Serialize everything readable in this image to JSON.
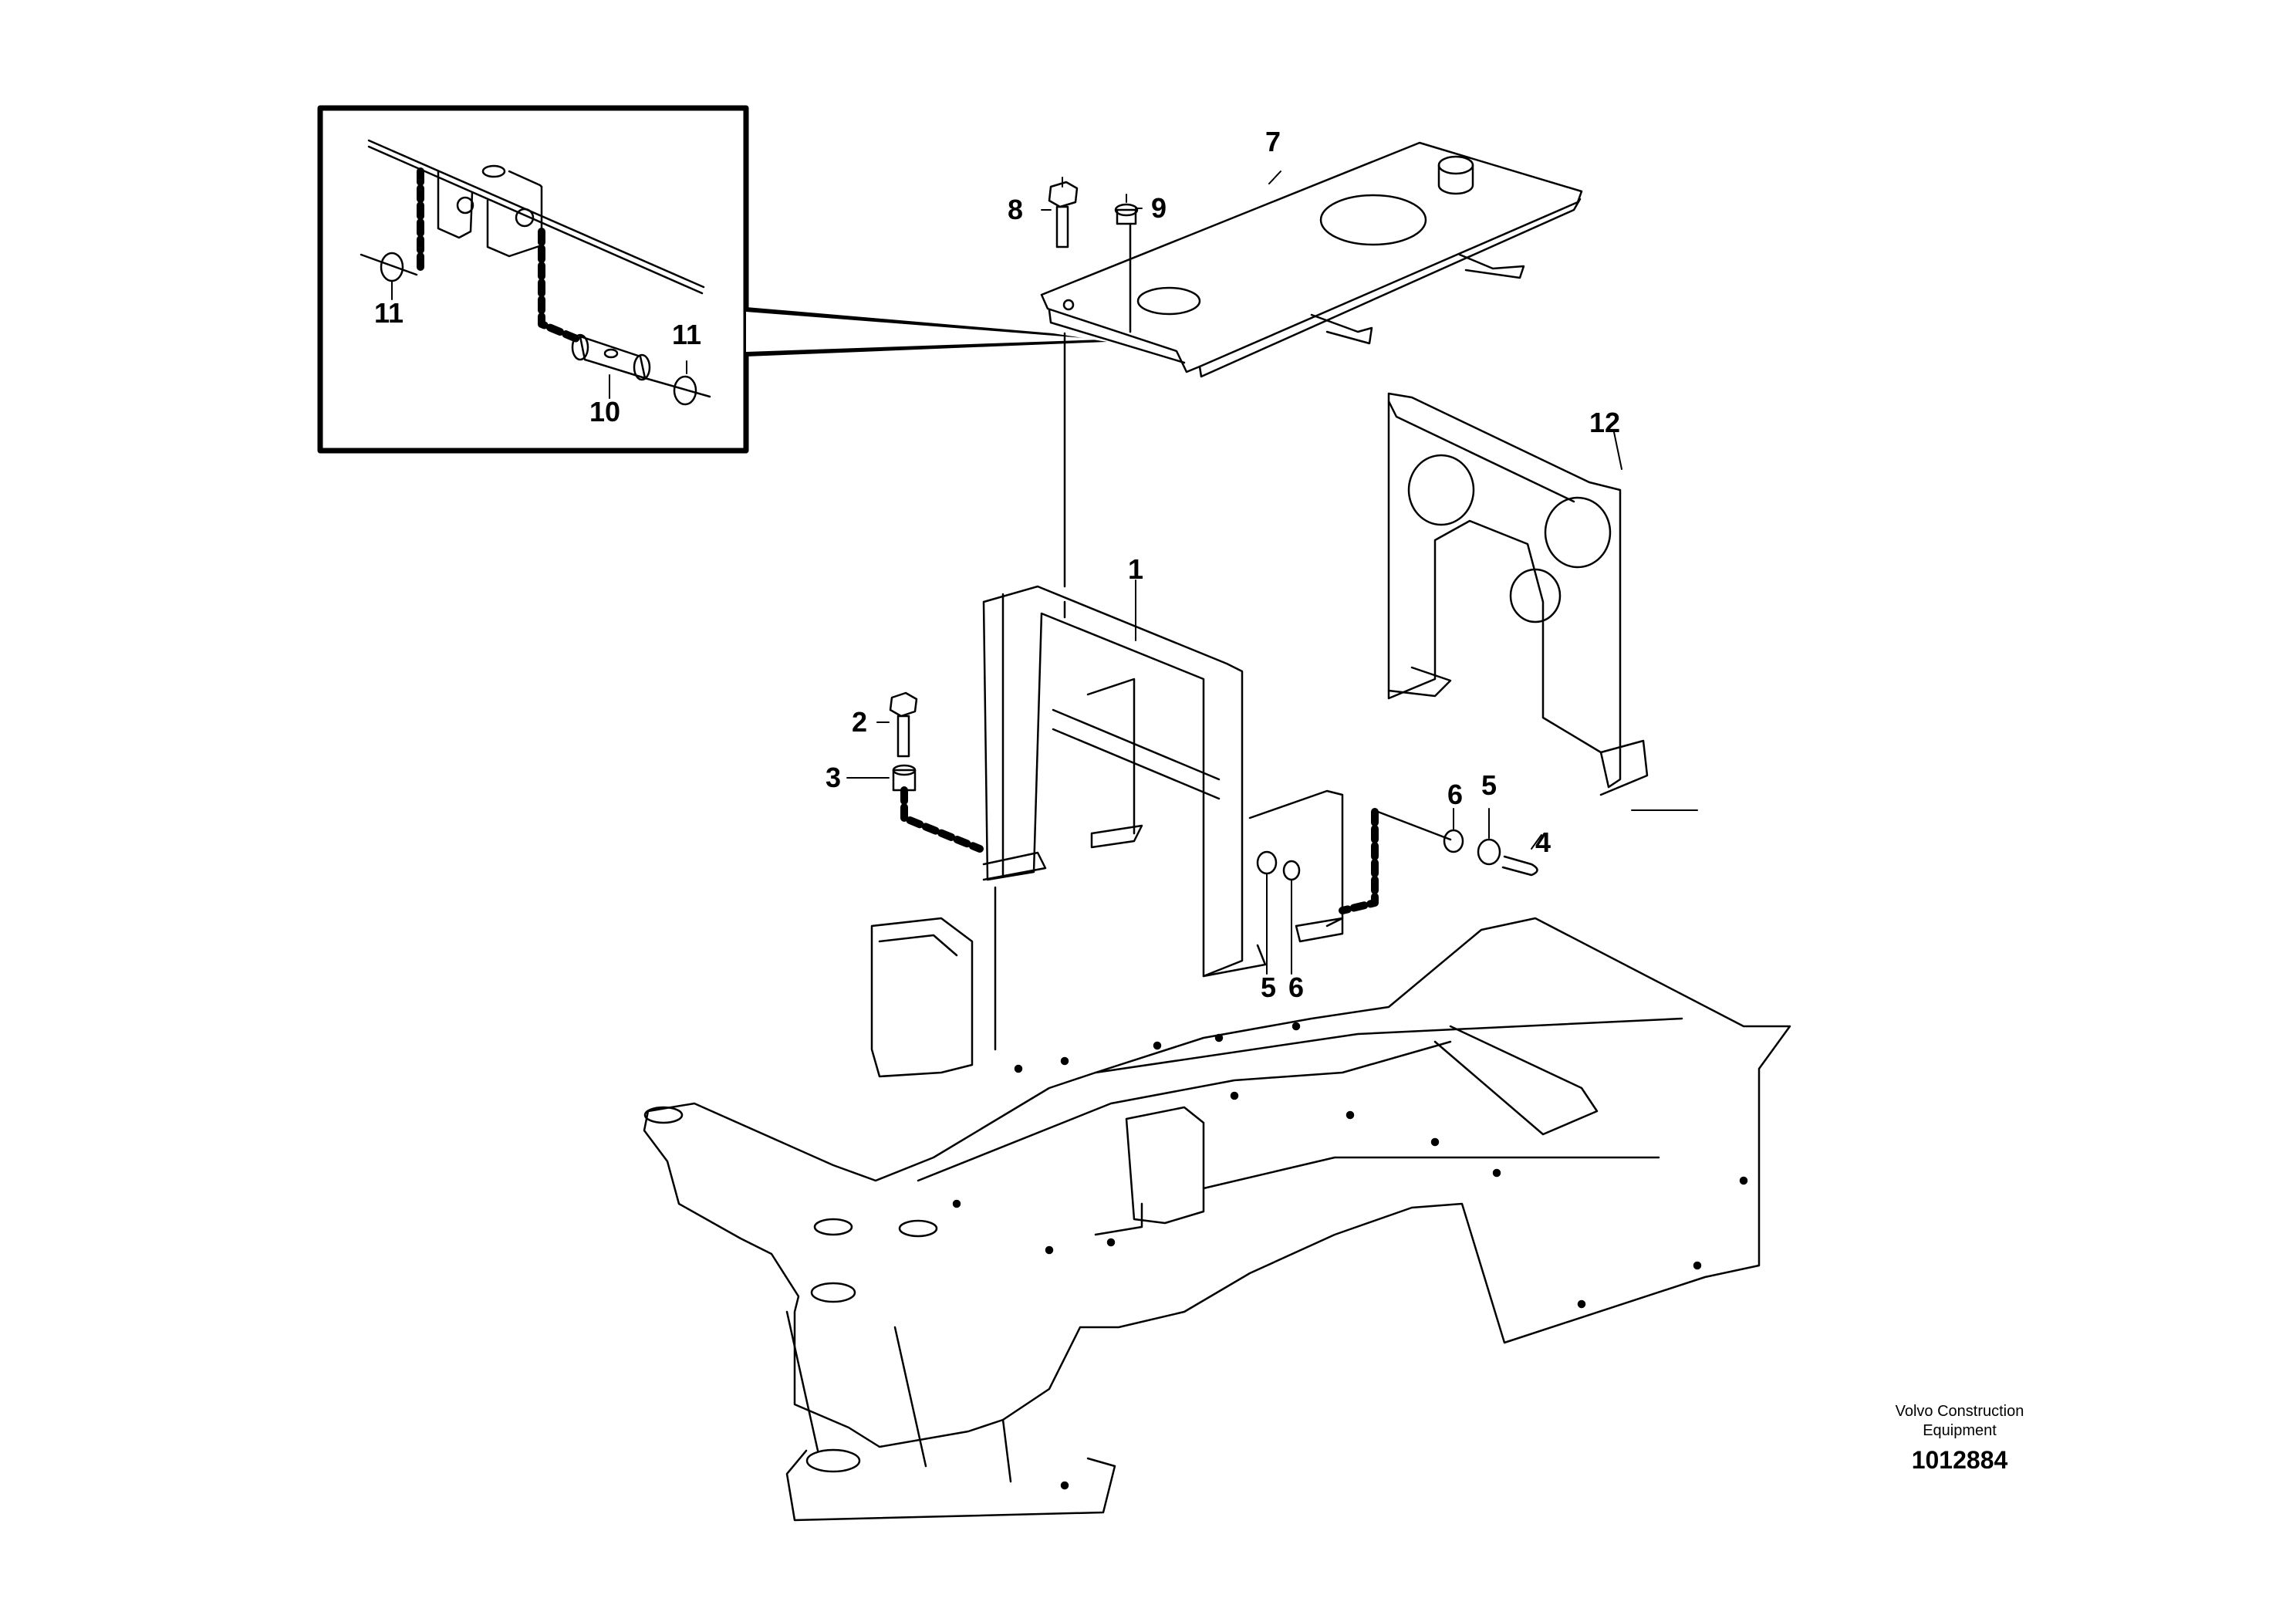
{
  "callouts": {
    "c1": "1",
    "c2": "2",
    "c3": "3",
    "c4": "4",
    "c5a": "5",
    "c5b": "5",
    "c6a": "6",
    "c6b": "6",
    "c7": "7",
    "c8": "8",
    "c9": "9",
    "c10": "10",
    "c11a": "11",
    "c11b": "11",
    "c12": "12"
  },
  "brand": {
    "line1": "Volvo Construction",
    "line2": "Equipment"
  },
  "drawing_number": "1012884"
}
